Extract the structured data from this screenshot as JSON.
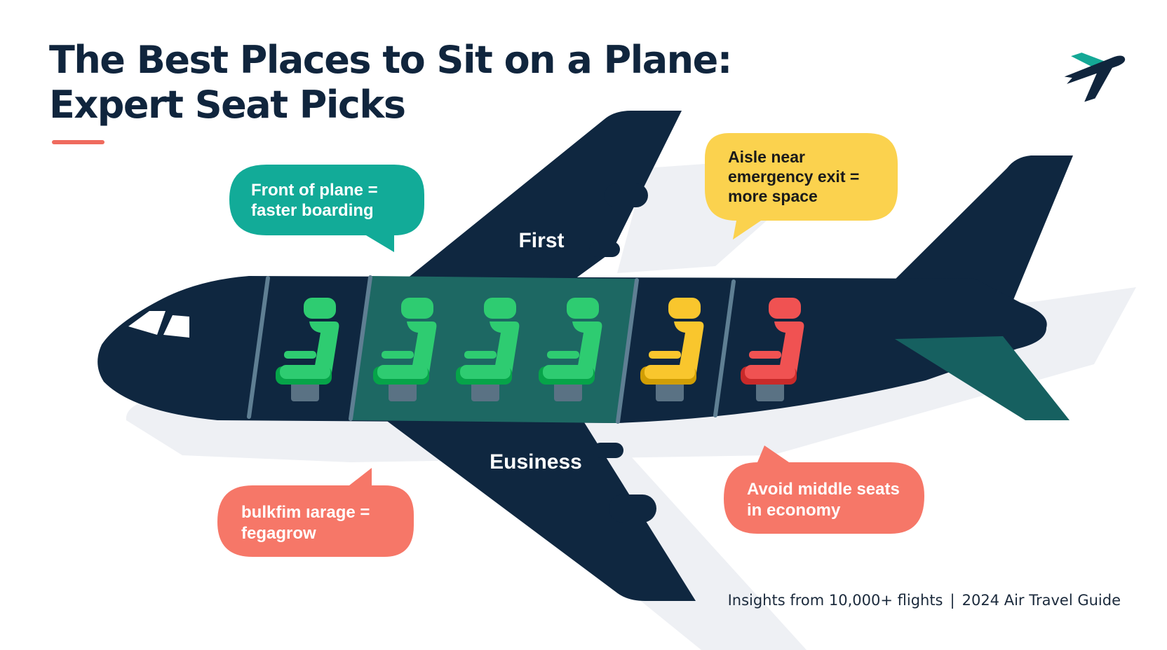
{
  "title": {
    "line1": "The Best Places to Sit on a Plane:",
    "line2": "Expert Seat Picks"
  },
  "cabin_labels": {
    "upper": "First",
    "lower": "Eusiness"
  },
  "callouts": [
    {
      "id": "front",
      "lines": [
        "Front of plane =",
        "faster boarding"
      ],
      "color": "#12ab98",
      "text_color": "#ffffff"
    },
    {
      "id": "exit",
      "lines": [
        "Aisle near",
        "emergency exit =",
        "more space"
      ],
      "color": "#fbd24e",
      "text_color": "#1a1a1a"
    },
    {
      "id": "bulkhead",
      "lines": [
        "bulkfim ıarage =",
        "fegagrow"
      ],
      "color": "#f67768",
      "text_color": "#ffffff"
    },
    {
      "id": "middle",
      "lines": [
        "Avoid middle seats",
        "in economy"
      ],
      "color": "#f67768",
      "text_color": "#ffffff"
    }
  ],
  "seats": [
    {
      "rating": "best",
      "color": "#2ecc71"
    },
    {
      "rating": "best",
      "color": "#2ecc71"
    },
    {
      "rating": "best",
      "color": "#2ecc71"
    },
    {
      "rating": "best",
      "color": "#2ecc71"
    },
    {
      "rating": "okay",
      "color": "#f9c62d"
    },
    {
      "rating": "worst",
      "color": "#f05252"
    }
  ],
  "colors": {
    "plane": "#0f2740",
    "highlight": "#1f6b65",
    "tail_accent": "#166060",
    "shadow": "#eef0f4",
    "accent_red": "#ef6b5e"
  },
  "logo_icon": "airplane-icon",
  "footer": {
    "insights": "Insights from 10,000+ flights",
    "separator": "|",
    "guide": "2024 Air Travel Guide"
  }
}
